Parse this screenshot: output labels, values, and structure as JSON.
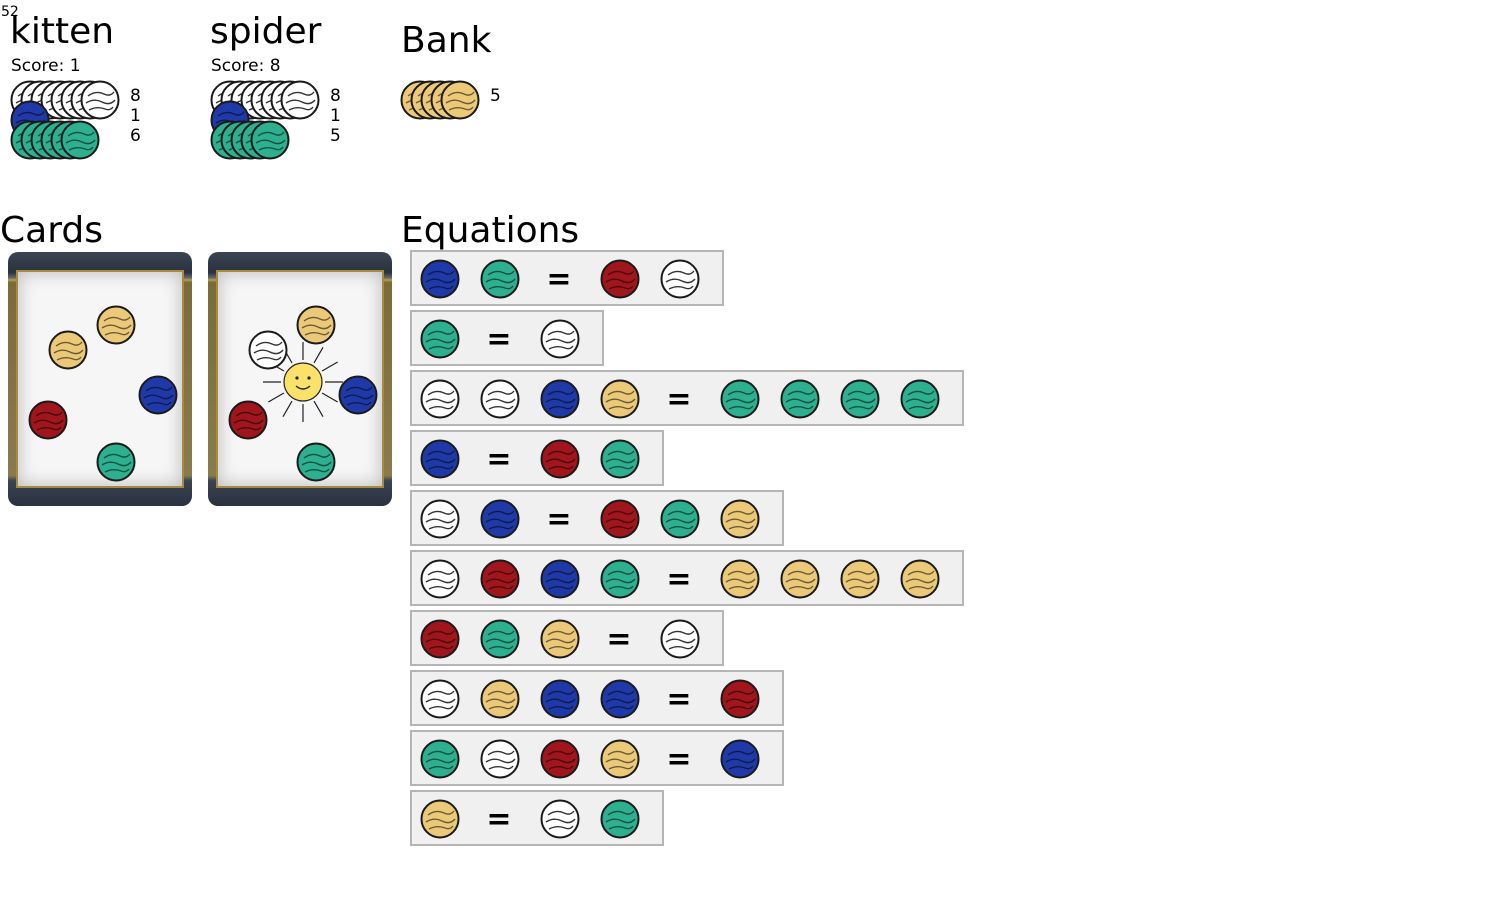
{
  "corner_number": "52",
  "colors": {
    "white": "#ffffff",
    "blue": "#1f3aa8",
    "green": "#2db08f",
    "red": "#a0161c",
    "gold": "#ecc978",
    "ink": "#1a1a1a"
  },
  "players": [
    {
      "name": "kitten",
      "score_label": "Score: 1",
      "pieces": [
        {
          "color": "white",
          "count": "8"
        },
        {
          "color": "blue",
          "count": "1"
        },
        {
          "color": "green",
          "count": "6"
        }
      ]
    },
    {
      "name": "spider",
      "score_label": "Score: 8",
      "pieces": [
        {
          "color": "white",
          "count": "8"
        },
        {
          "color": "blue",
          "count": "1"
        },
        {
          "color": "green",
          "count": "5"
        }
      ]
    }
  ],
  "bank": {
    "title": "Bank",
    "pieces": [
      {
        "color": "gold",
        "count": "5"
      }
    ]
  },
  "cards_title": "Cards",
  "equations_title": "Equations",
  "cards": [
    {
      "marbles": [
        "gold",
        "gold",
        "blue",
        "red",
        "green"
      ],
      "sun": false
    },
    {
      "marbles": [
        "white",
        "gold",
        "blue",
        "red",
        "green"
      ],
      "sun": true
    }
  ],
  "equations": [
    {
      "left": [
        "blue",
        "green"
      ],
      "right": [
        "red",
        "white"
      ]
    },
    {
      "left": [
        "green"
      ],
      "right": [
        "white"
      ]
    },
    {
      "left": [
        "white",
        "white",
        "blue",
        "gold"
      ],
      "right": [
        "green",
        "green",
        "green",
        "green"
      ]
    },
    {
      "left": [
        "blue"
      ],
      "right": [
        "red",
        "green"
      ]
    },
    {
      "left": [
        "white",
        "blue"
      ],
      "right": [
        "red",
        "green",
        "gold"
      ]
    },
    {
      "left": [
        "white",
        "red",
        "blue",
        "green"
      ],
      "right": [
        "gold",
        "gold",
        "gold",
        "gold"
      ]
    },
    {
      "left": [
        "red",
        "green",
        "gold"
      ],
      "right": [
        "white"
      ]
    },
    {
      "left": [
        "white",
        "gold",
        "blue",
        "blue"
      ],
      "right": [
        "red"
      ]
    },
    {
      "left": [
        "green",
        "white",
        "red",
        "gold"
      ],
      "right": [
        "blue"
      ]
    },
    {
      "left": [
        "gold"
      ],
      "right": [
        "white",
        "green"
      ]
    }
  ],
  "equals_sign": "="
}
